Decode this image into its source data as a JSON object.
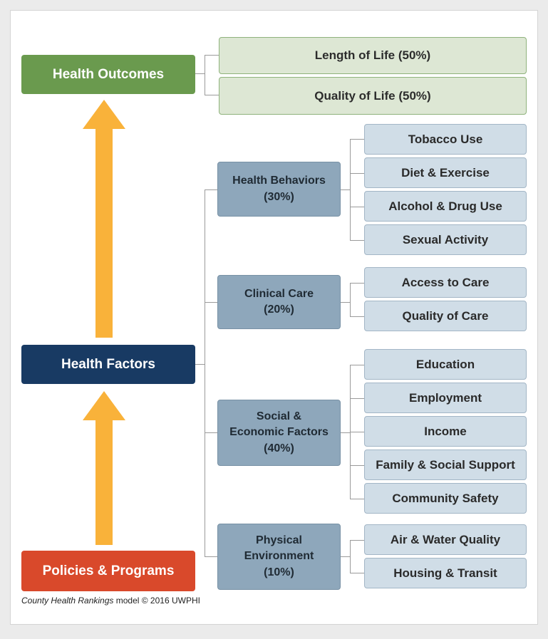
{
  "colors": {
    "outcomes": "#6a9a4e",
    "factors": "#183a63",
    "policies": "#d9492b",
    "arrow": "#f9b23a",
    "factor_box": "#8ea7bb",
    "leaf_box": "#d0dde7",
    "outcome_leaf": "#dde7d4"
  },
  "left": {
    "outcomes": "Health Outcomes",
    "factors": "Health Factors",
    "policies": "Policies & Programs"
  },
  "outcomes": [
    "Length of Life (50%)",
    "Quality of Life (50%)"
  ],
  "factor_groups": [
    {
      "lines": [
        "Health Behaviors",
        "(30%)"
      ],
      "items": [
        "Tobacco Use",
        "Diet & Exercise",
        "Alcohol & Drug Use",
        "Sexual Activity"
      ]
    },
    {
      "lines": [
        "Clinical Care",
        "(20%)"
      ],
      "items": [
        "Access to Care",
        "Quality of Care"
      ]
    },
    {
      "lines": [
        "Social &",
        "Economic Factors",
        "(40%)"
      ],
      "items": [
        "Education",
        "Employment",
        "Income",
        "Family & Social Support",
        "Community Safety"
      ]
    },
    {
      "lines": [
        "Physical",
        "Environment",
        "(10%)"
      ],
      "items": [
        "Air & Water Quality",
        "Housing & Transit"
      ]
    }
  ],
  "footer": {
    "italic": "County Health Rankings",
    "rest": " model © 2016 UWPHI"
  }
}
